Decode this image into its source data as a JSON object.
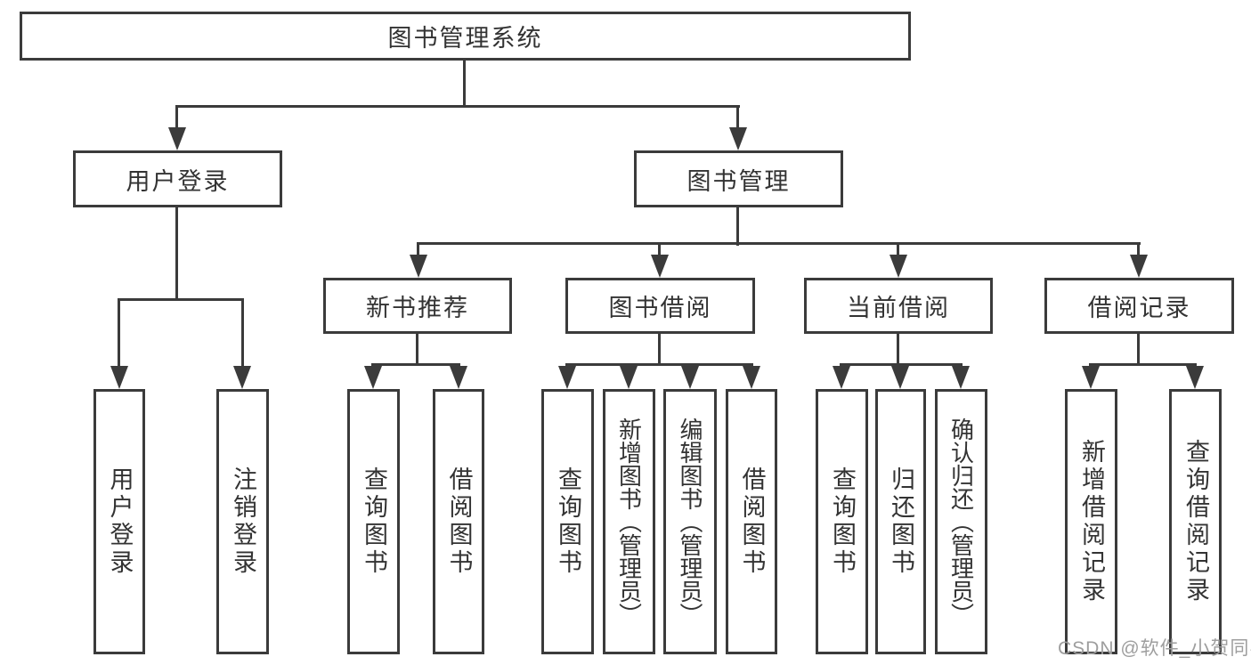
{
  "nodes": {
    "root": {
      "label": "图书管理系统"
    },
    "user_login": {
      "label": "用户登录"
    },
    "book_management": {
      "label": "图书管理"
    },
    "new_book_recommend": {
      "label": "新书推荐"
    },
    "book_borrowing": {
      "label": "图书借阅"
    },
    "current_borrowing": {
      "label": "当前借阅"
    },
    "borrowing_records": {
      "label": "借阅记录"
    },
    "leaf_user_login": {
      "label": "用户登录"
    },
    "leaf_logout": {
      "label": "注销登录"
    },
    "leaf_nb_query_books": {
      "label": "查询图书"
    },
    "leaf_nb_borrow_books": {
      "label": "借阅图书"
    },
    "leaf_bb_query_books": {
      "label": "查询图书"
    },
    "leaf_bb_add_books": {
      "label": "新增图书（管理员）"
    },
    "leaf_bb_edit_books": {
      "label": "编辑图书（管理员）"
    },
    "leaf_bb_borrow_books": {
      "label": "借阅图书"
    },
    "leaf_cb_query_books": {
      "label": "查询图书"
    },
    "leaf_cb_return_books": {
      "label": "归还图书"
    },
    "leaf_cb_confirm_return": {
      "label": "确认归还（管理员）"
    },
    "leaf_br_add_record": {
      "label": "新增借阅记录"
    },
    "leaf_br_query_record": {
      "label": "查询借阅记录"
    }
  },
  "watermark": {
    "text": "CSDN @软件_小贺同学"
  },
  "colors": {
    "line": "#3b3b3b",
    "box_border": "#3b3b3b",
    "text": "#333333",
    "watermark": "#9e9e9e",
    "background": "#ffffff"
  }
}
